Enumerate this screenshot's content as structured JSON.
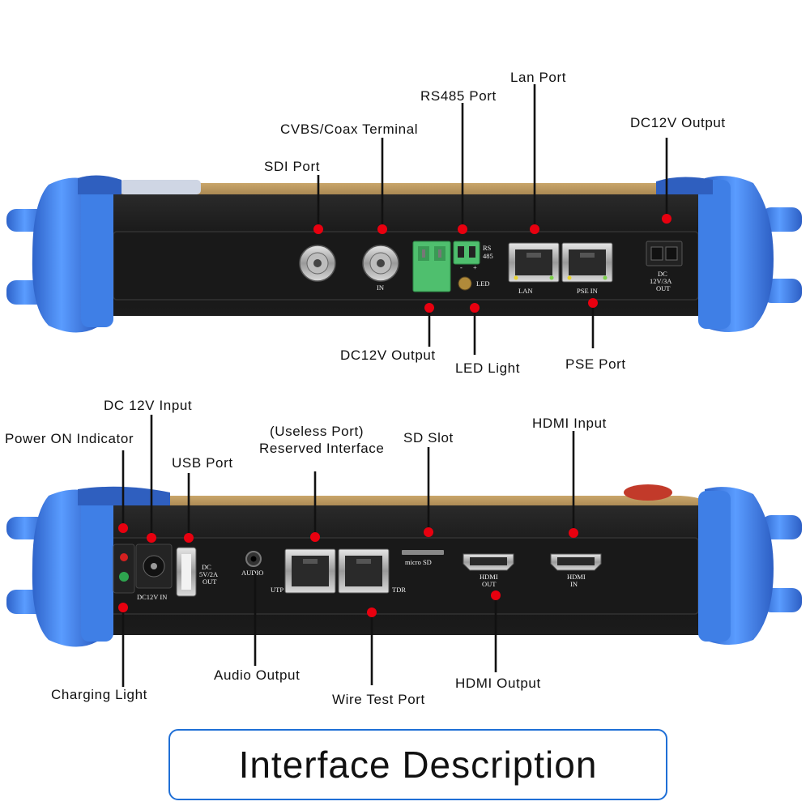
{
  "title": "Interface Description",
  "top_panel": {
    "callouts": {
      "lan_port": "Lan Port",
      "rs485_port": "RS485 Port",
      "cvbs_coax": "CVBS/Coax Terminal",
      "sdi_port": "SDI Port",
      "dc12v_output_right": "DC12V Output",
      "dc12v_output_bottom": "DC12V Output",
      "led_light": "LED Light",
      "pse_port": "PSE Port"
    },
    "silk": {
      "in": "IN",
      "rs": "RS",
      "n485": "485",
      "minus": "-",
      "plus": "+",
      "led": "LED",
      "lan": "LAN",
      "pse_in": "PSE IN",
      "dc": "DC",
      "dc_rating": "12V/3A",
      "out": "OUT"
    }
  },
  "bottom_panel": {
    "callouts": {
      "dc_input": "DC 12V Input",
      "power_on": "Power ON Indicator",
      "usb_port": "USB Port",
      "useless_port": "(Useless Port)",
      "reserved_interface": "Reserved Interface",
      "sd_slot": "SD Slot",
      "hdmi_input": "HDMI Input",
      "charging_light": "Charging Light",
      "audio_output": "Audio Output",
      "wire_test_port": "Wire Test Port",
      "hdmi_output": "HDMI Output"
    },
    "silk": {
      "dc12v_in": "DC12V IN",
      "dc": "DC",
      "usb_rating": "5V/2A",
      "out": "OUT",
      "audio": "AUDIO",
      "utp": "UTP",
      "tdr": "TDR",
      "micro_sd": "micro SD",
      "hdmi": "HDMI",
      "out2": "OUT",
      "in": "IN"
    }
  },
  "colors": {
    "bumper": "#3f7fe6",
    "body": "#151515",
    "callout_dot": "#e8000f",
    "title_border": "#1f6fd6"
  }
}
